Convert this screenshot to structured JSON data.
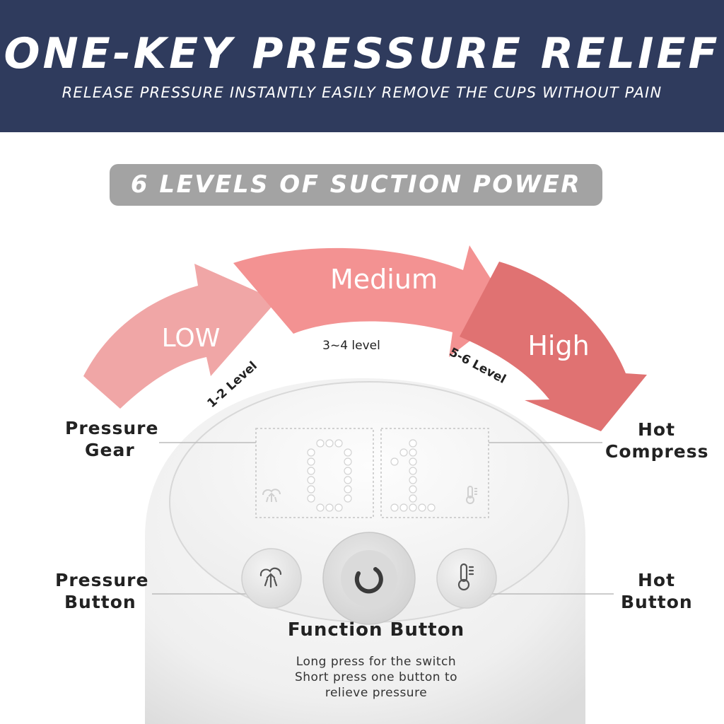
{
  "banner": {
    "title": "ONE-KEY PRESSURE RELIEF",
    "subtitle": "RELEASE PRESSURE INSTANTLY EASILY REMOVE THE CUPS WITHOUT PAIN"
  },
  "levels_title": "6 LEVELS OF SUCTION POWER",
  "arrows": {
    "low": {
      "label": "LOW",
      "range": "1-2 Level",
      "color": "#f0a6a6"
    },
    "medium": {
      "label": "Medium",
      "range": "3~4 level",
      "color": "#f39292"
    },
    "high": {
      "label": "High",
      "range": "5-6 Level",
      "color": "#e07272"
    }
  },
  "display": {
    "digits": "01",
    "left_icon": "suction-cloud-icon",
    "right_icon": "thermometer-icon"
  },
  "callouts": {
    "pressure_gear": [
      "Pressure",
      "Gear"
    ],
    "hot_compress": [
      "Hot",
      "Compress"
    ],
    "pressure_button": [
      "Pressure",
      "Button"
    ],
    "hot_button": [
      "Hot",
      "Button"
    ],
    "function_button": "Function Button",
    "function_note": [
      "Long press for the switch",
      "Short press one button to",
      "relieve pressure"
    ]
  },
  "buttons": {
    "pressure_icon": "suction-cloud-icon",
    "function_icon": "power-ring-icon",
    "hot_icon": "thermometer-icon"
  },
  "colors": {
    "banner_bg": "#2f3b5d",
    "pill_bg": "#a3a3a3",
    "device_white": "#f4f4f4"
  }
}
